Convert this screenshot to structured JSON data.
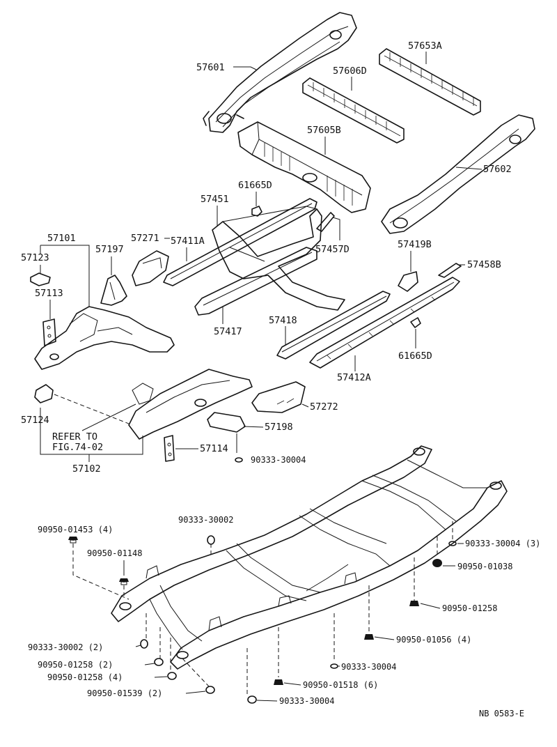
{
  "labels": {
    "p57601": "57601",
    "p57653A": "57653A",
    "p57606D": "57606D",
    "p57605B": "57605B",
    "p57602": "57602",
    "p61665D_top": "61665D",
    "p57451": "57451",
    "p57101": "57101",
    "p57271": "57271",
    "p57411A": "57411A",
    "p57197": "57197",
    "p57123": "57123",
    "p57457D": "57457D",
    "p57419B": "57419B",
    "p57458B": "57458B",
    "p57113": "57113",
    "p57417": "57417",
    "p57418": "57418",
    "p61665D_bottom": "61665D",
    "p57412A": "57412A",
    "p57272": "57272",
    "p57124": "57124",
    "p57198": "57198",
    "refer_line1": "REFER TO",
    "refer_line2": "FIG.74-02",
    "p57114": "57114",
    "p90333_30004_a": "90333-30004",
    "p57102": "57102",
    "p90950_01453": "90950-01453 (4)",
    "p90333_30002_a": "90333-30002",
    "p90950_01148": "90950-01148",
    "p90333_30004_3": "90333-30004 (3)",
    "p90950_01038": "90950-01038",
    "p90950_01258_a": "90950-01258",
    "p90333_30002_2": "90333-30002 (2)",
    "p90950_01056": "90950-01056 (4)",
    "p90950_01258_2": "90950-01258 (2)",
    "p90333_30004_b": "90333-30004",
    "p90950_01258_4": "90950-01258 (4)",
    "p90950_01518": "90950-01518 (6)",
    "p90950_01539": "90950-01539 (2)",
    "p90333_30004_c": "90333-30004",
    "drawing_code": "NB 0583-E"
  }
}
